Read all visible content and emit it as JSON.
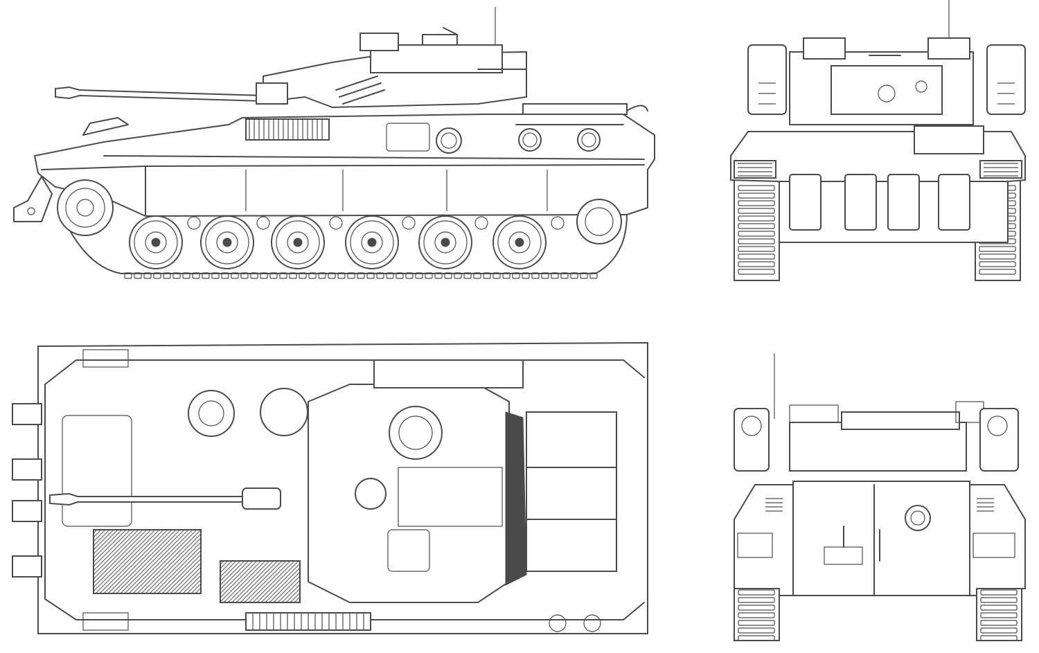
{
  "drawing": {
    "colors": {
      "ink": "#4a4a4a",
      "paper": "#ffffff"
    },
    "views": [
      {
        "id": "side-view",
        "icon": "tank-side-profile"
      },
      {
        "id": "front-view",
        "icon": "tank-front-elevation"
      },
      {
        "id": "top-view",
        "icon": "tank-plan-view"
      },
      {
        "id": "rear-view",
        "icon": "tank-rear-elevation"
      }
    ]
  }
}
